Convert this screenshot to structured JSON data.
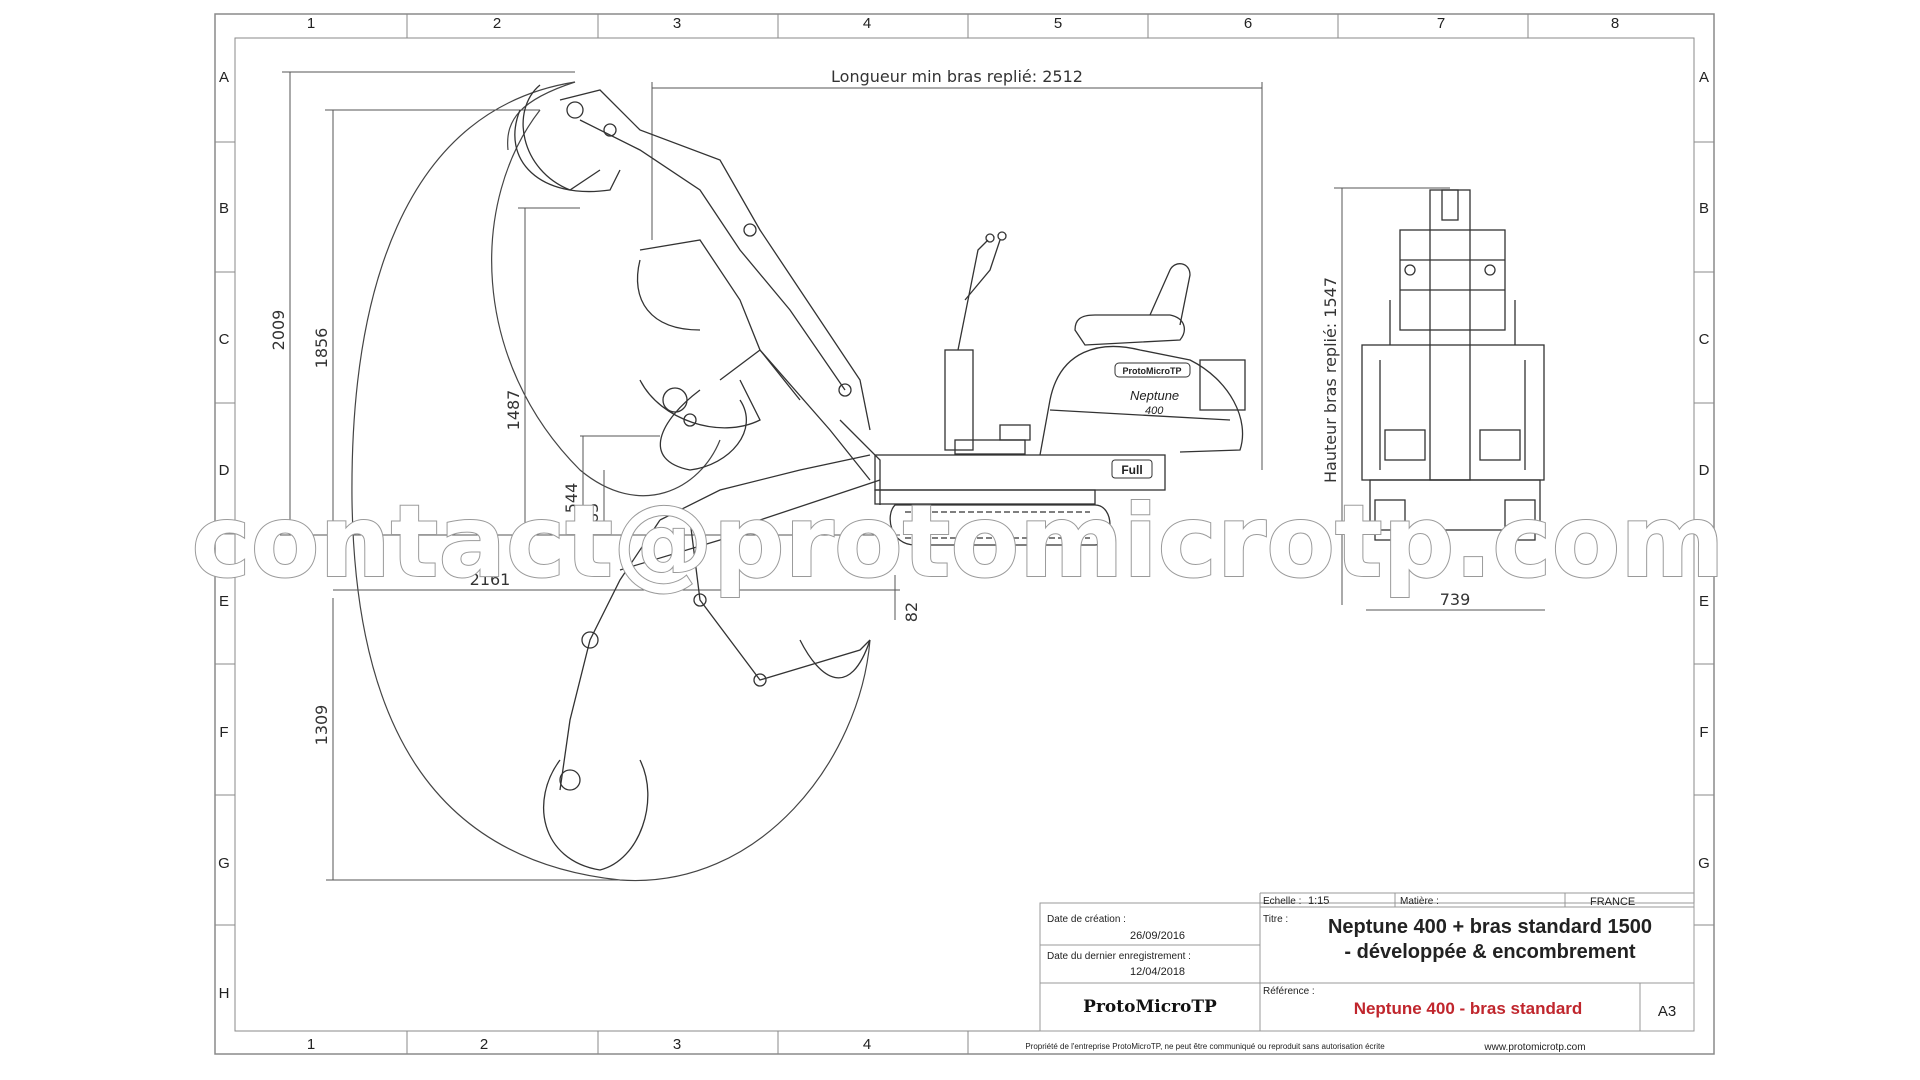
{
  "grid": {
    "columns_top": [
      "1",
      "2",
      "3",
      "4",
      "5",
      "6",
      "7",
      "8"
    ],
    "columns_bottom": [
      "1",
      "2",
      "3",
      "4"
    ],
    "rows_left": [
      "A",
      "B",
      "C",
      "D",
      "E",
      "F",
      "G",
      "H"
    ],
    "rows_right": [
      "A",
      "B",
      "C",
      "D",
      "E",
      "F",
      "G"
    ]
  },
  "dimensions": {
    "longueur_min": "Longueur min bras replié: 2512",
    "hauteur_bras": "Hauteur bras replié: 1547",
    "d2009": "2009",
    "d1856": "1856",
    "d1487": "1487",
    "d544": "544",
    "d385": "385",
    "d2161": "2161",
    "d82": "82",
    "d1309": "1309",
    "d739": "739"
  },
  "machine_labels": {
    "brand_plate": "ProtoMicroTP",
    "model_name": "Neptune",
    "model_number": "400",
    "full_badge": "Full"
  },
  "title_block": {
    "echelle_label": "Echelle :",
    "echelle_value": "1:15",
    "matiere_label": "Matière :",
    "country": "FRANCE",
    "date_creation_label": "Date de création :",
    "date_creation_value": "26/09/2016",
    "date_enregistrement_label": "Date du dernier enregistrement :",
    "date_enregistrement_value": "12/04/2018",
    "titre_label": "Titre :",
    "titre_line1": "Neptune 400 + bras standard 1500",
    "titre_line2": "- développée & encombrement",
    "reference_label": "Référence :",
    "reference_value": "Neptune 400 - bras standard",
    "company": "ProtoMicroTP",
    "format": "A3",
    "footer_left": "Propriété de l'entreprise ProtoMicroTP, ne peut être communiqué ou reproduit sans autorisation écrite",
    "footer_right": "www.protomicrotp.com"
  },
  "watermark": "contact@protomicrotp.com",
  "colors": {
    "line": "#3a3a3a",
    "frame": "#888888",
    "reference_red": "#c0262d"
  }
}
